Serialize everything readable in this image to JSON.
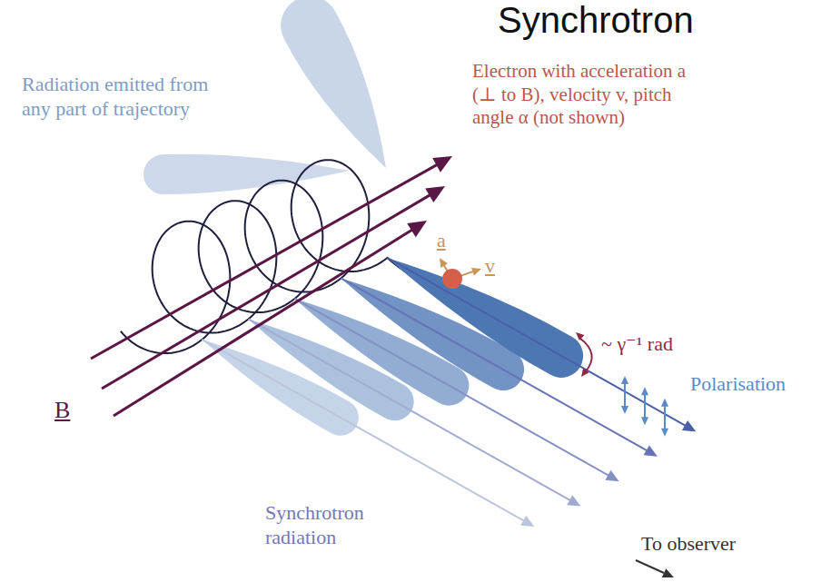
{
  "diagram": {
    "title": "Synchrotron",
    "labels": [
      "Radiation emitted from any part of trajectory",
      "Electron with acceleration a (⊥ to B), velocity v, pitch angle α (not shown)",
      "a",
      "v",
      "B",
      "~ γ⁻¹ rad",
      "Polarisation",
      "Synchrotron radiation",
      "To observer"
    ]
  }
}
